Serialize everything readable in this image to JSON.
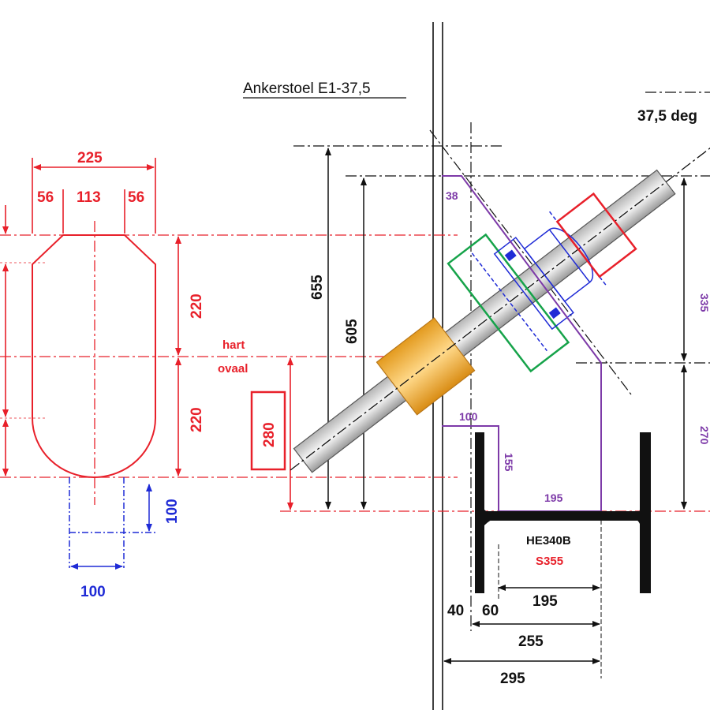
{
  "title": "Ankerstoel E1-37,5",
  "angle_label": "37,5 deg",
  "colors": {
    "red": "#e8202a",
    "blue": "#1f2bd6",
    "purple": "#7d3aa8",
    "green": "#16a34a",
    "black": "#111111",
    "gray": "#8a8a8a",
    "orange": "#f0b43c"
  },
  "oval": {
    "width_total": "225",
    "chamfer_left": "56",
    "middle": "113",
    "chamfer_right": "56",
    "height_top": "220",
    "height_bottom": "220",
    "center_label_1": "hart",
    "center_label_2": "ovaal",
    "offset_box": "280"
  },
  "blue_dims": {
    "height": "100",
    "width": "100"
  },
  "black_dims": {
    "outer_height": "655",
    "inner_height": "605",
    "right_upper": "335",
    "right_lower": "270",
    "bottom_195": "195",
    "bottom_255": "255",
    "bottom_295": "295",
    "bottom_40": "40",
    "bottom_60": "60"
  },
  "purple_dims": {
    "top": "38",
    "right": "335",
    "lower_right": "270",
    "horiz_100": "100",
    "vert_155": "155",
    "base_195": "195"
  },
  "beam": {
    "profile": "HE340B",
    "steel": "S355"
  }
}
